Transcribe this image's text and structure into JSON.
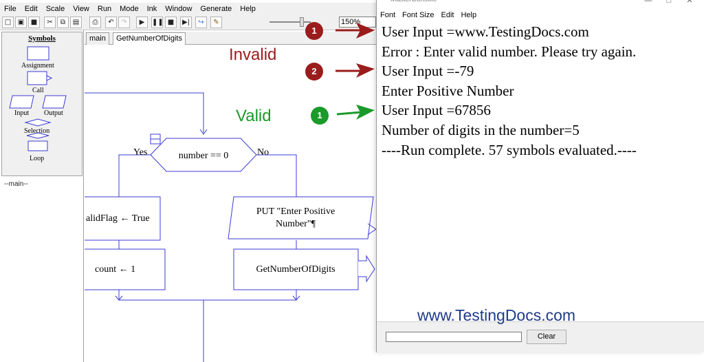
{
  "main_window": {
    "menu": [
      "File",
      "Edit",
      "Scale",
      "View",
      "Run",
      "Mode",
      "Ink",
      "Window",
      "Generate",
      "Help"
    ],
    "zoom": "150%",
    "symbols_panel": {
      "title": "Symbols",
      "items": [
        "Assignment",
        "Call",
        "Input",
        "Output",
        "Selection",
        "Loop"
      ]
    },
    "tree_item": "--main--",
    "tabs": [
      "main",
      "GetNumberOfDigits"
    ]
  },
  "flowchart": {
    "decision": "number == 0",
    "yes_label": "Yes",
    "no_label": "No",
    "assign_valid": "alidFlag ← True",
    "assign_count": "count ← 1",
    "output_line1": "PUT \"Enter Positive",
    "output_line2": "Number\"¶",
    "call": "GetNumberOfDigits"
  },
  "annotations": {
    "invalid": "Invalid",
    "valid": "Valid",
    "badge1": "1",
    "badge2": "2",
    "badge3": "1"
  },
  "console": {
    "title": "MasterConsole",
    "menu": [
      "Font",
      "Font Size",
      "Edit",
      "Help"
    ],
    "lines": [
      "User Input =www.TestingDocs.com",
      "Error : Enter valid number. Please try again.",
      "User Input =-79",
      "Enter Positive Number",
      "User Input =67856",
      "Number of digits in the number=5",
      "----Run complete.  57 symbols evaluated.----"
    ],
    "clear_label": "Clear"
  },
  "watermark": "www.TestingDocs.com",
  "colors": {
    "flow_line": "#3b3bd6",
    "invalid_red": "#9b1c1c",
    "valid_green": "#1a9a2a",
    "watermark_blue": "#1f3a8a"
  }
}
